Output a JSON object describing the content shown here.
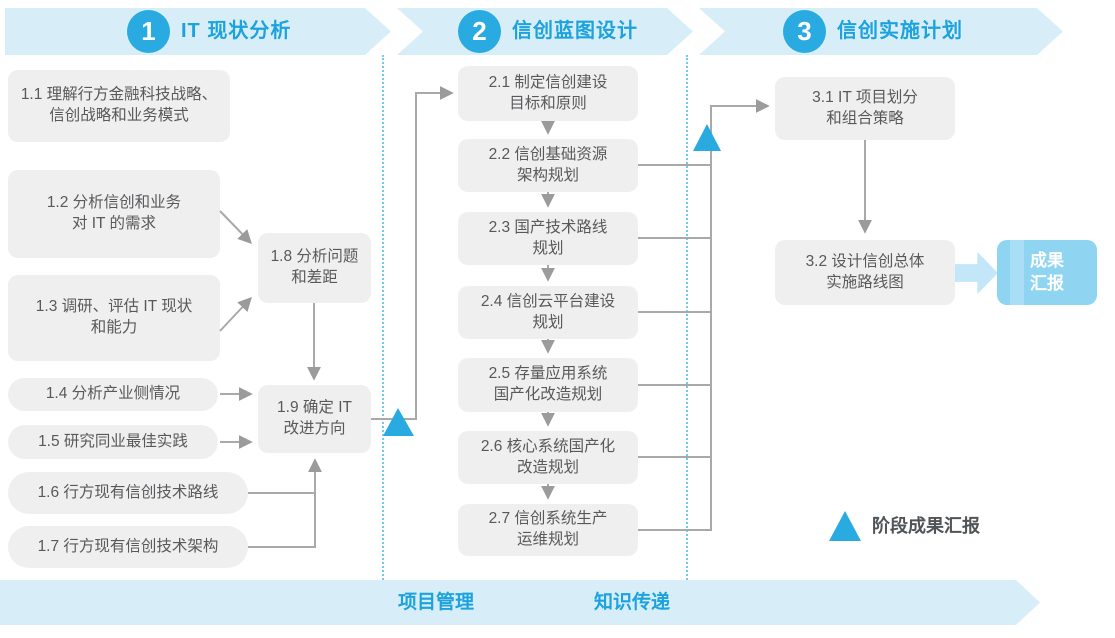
{
  "phases": [
    {
      "number": "1",
      "label": "IT 现状分析"
    },
    {
      "number": "2",
      "label": "信创蓝图设计"
    },
    {
      "number": "3",
      "label": "信创实施计划"
    }
  ],
  "steps": {
    "s11": {
      "l1": "1.1 理解行方金融科技战略、",
      "l2": "信创战略和业务模式"
    },
    "s12": {
      "l1": "1.2 分析信创和业务",
      "l2": "对 IT 的需求"
    },
    "s13": {
      "l1": "1.3 调研、评估 IT 现状",
      "l2": "和能力"
    },
    "s14": {
      "l1": "1.4 分析产业侧情况"
    },
    "s15": {
      "l1": "1.5 研究同业最佳实践"
    },
    "s16": {
      "l1": "1.6 行方现有信创技术路线"
    },
    "s17": {
      "l1": "1.7 行方现有信创技术架构"
    },
    "s18": {
      "l1": "1.8 分析问题",
      "l2": "和差距"
    },
    "s19": {
      "l1": "1.9 确定 IT",
      "l2": "改进方向"
    },
    "s21": {
      "l1": "2.1 制定信创建设",
      "l2": "目标和原则"
    },
    "s22": {
      "l1": "2.2 信创基础资源",
      "l2": "架构规划"
    },
    "s23": {
      "l1": "2.3 国产技术路线",
      "l2": "规划"
    },
    "s24": {
      "l1": "2.4 信创云平台建设",
      "l2": "规划"
    },
    "s25": {
      "l1": "2.5 存量应用系统",
      "l2": "国产化改造规划"
    },
    "s26": {
      "l1": "2.6 核心系统国产化",
      "l2": "改造规划"
    },
    "s27": {
      "l1": "2.7 信创系统生产",
      "l2": "运维规划"
    },
    "s31": {
      "l1": "3.1 IT 项目划分",
      "l2": "和组合策略"
    },
    "s32": {
      "l1": "3.2 设计信创总体",
      "l2": "实施路线图"
    }
  },
  "result_box": {
    "l1": "成果",
    "l2": "汇报"
  },
  "legend": {
    "label": "阶段成果汇报"
  },
  "bottom_band": {
    "left_label": "项目管理",
    "right_label": "知识传递"
  },
  "colors": {
    "accent_blue": "#29ABE2",
    "band_light_blue": "#D7EEF9",
    "header_text_blue": "#1CA3DD",
    "box_gray": "#EFEFEF",
    "box_text_gray": "#58595B",
    "connector_gray": "#A9A9A9",
    "dotted_separator_blue": "#74C9ED",
    "result_box_blue": "#8FD5F2",
    "result_arrow_blue": "#C3E6F8"
  }
}
